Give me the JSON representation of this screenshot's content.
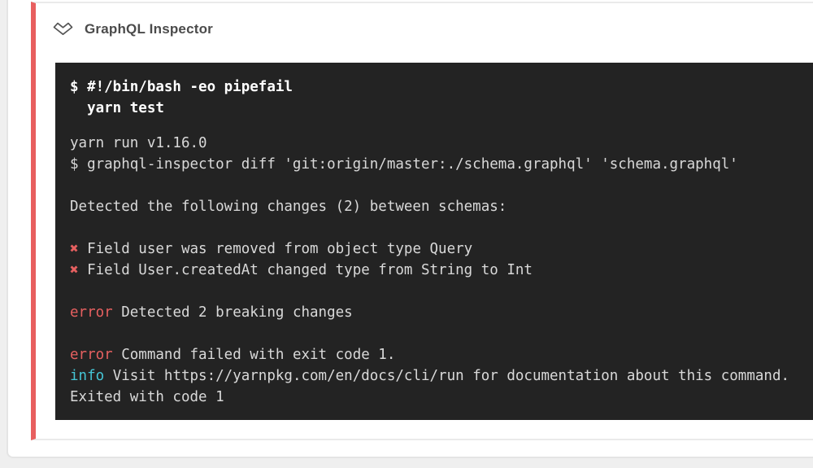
{
  "colors": {
    "page_background": "#efefef",
    "panel_background": "#ffffff",
    "panel_border": "#e4e4e4",
    "card_border": "#eaeaea",
    "accent_red": "#e85f5f",
    "title_color": "#4b4b4b",
    "icon_color": "#565656",
    "terminal_background": "#232323",
    "terminal_text": "#d9d9d9",
    "terminal_command_text": "#ffffff",
    "terminal_error": "#e66060",
    "terminal_info": "#45c6d6"
  },
  "step": {
    "title": "GraphQL Inspector",
    "collapse_icon": "double-chevron-down-icon"
  },
  "terminal": {
    "command_lines": [
      "$ #!/bin/bash -eo pipefail",
      "  yarn test"
    ],
    "output_lines": [
      [
        {
          "t": "yarn run v1.16.0"
        }
      ],
      [
        {
          "t": "$ graphql-inspector diff 'git:origin/master:./schema.graphql' 'schema.graphql'"
        }
      ],
      [],
      [
        {
          "t": "Detected the following changes (2) between schemas:"
        }
      ],
      [],
      [
        {
          "t": "✖",
          "c": "error"
        },
        {
          "t": " Field user was removed from object type Query"
        }
      ],
      [
        {
          "t": "✖",
          "c": "error"
        },
        {
          "t": " Field User.createdAt changed type from String to Int"
        }
      ],
      [],
      [
        {
          "t": "error",
          "c": "error"
        },
        {
          "t": " Detected 2 breaking changes"
        }
      ],
      [],
      [
        {
          "t": "error",
          "c": "error"
        },
        {
          "t": " Command failed with exit code 1."
        }
      ],
      [
        {
          "t": "info",
          "c": "info"
        },
        {
          "t": " Visit https://yarnpkg.com/en/docs/cli/run for documentation about this command."
        }
      ],
      [
        {
          "t": "Exited with code 1"
        }
      ]
    ]
  }
}
